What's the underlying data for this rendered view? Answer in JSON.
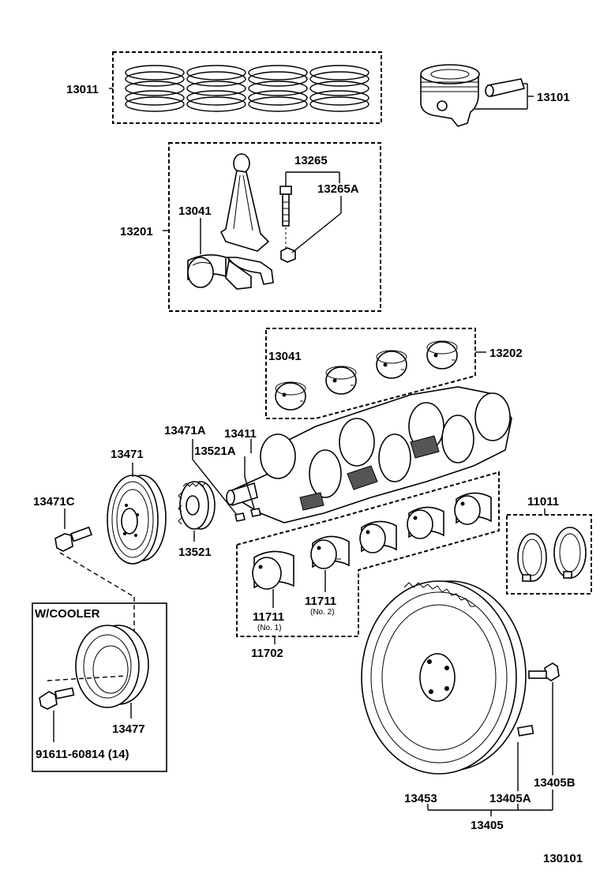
{
  "labels": {
    "rings": "13011",
    "piston_pin": "13101",
    "conrod_bolt": "13265",
    "conrod_nut": "13265A",
    "conrod_bearing": "13041",
    "conrod_assy": "13201",
    "main_bearing_upper": "13041",
    "main_bearing_set": "13202",
    "key_a": "13471A",
    "crankshaft": "13411",
    "key_b": "13521A",
    "pulley": "13471",
    "pulley_bolt": "13471C",
    "timing_gear": "13521",
    "thrust_washer": "11011",
    "cooler_title": "W/COOLER",
    "cooler_pulley": "13477",
    "cooler_bolt": "91611-60814 (14)",
    "bearing_no1": "11711",
    "bearing_no1_sub": "(No. 1)",
    "bearing_no2": "11711",
    "bearing_no2_sub": "(No. 2)",
    "bearing_set_lower": "11702",
    "flywheel": "13453",
    "flywheel_pin": "13405A",
    "flywheel_bolt": "13405B",
    "flywheel_assy": "13405",
    "figure_number": "130101"
  }
}
